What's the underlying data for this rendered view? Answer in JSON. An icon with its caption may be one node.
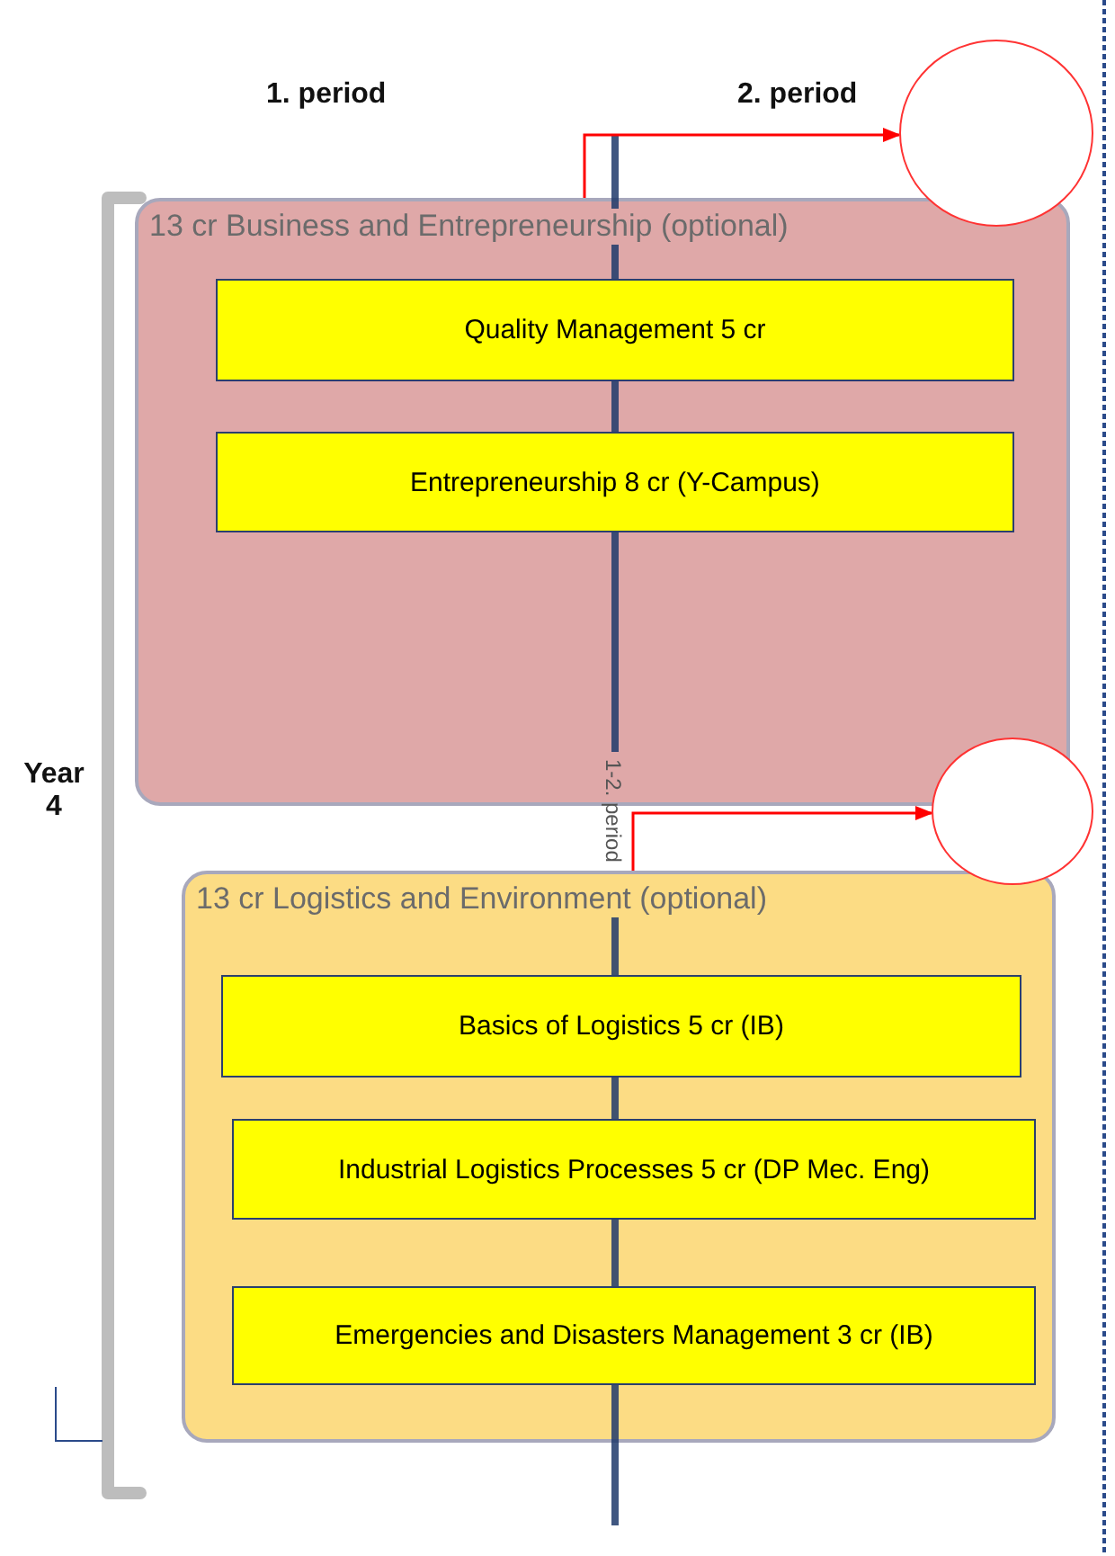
{
  "diagram": {
    "nodes": [
      {
        "text": [
          "13 cr Business and Entrepreneurship (optional)"
        ]
      },
      {
        "text": [
          "Quality Management 5 cr"
        ],
        "in": 0
      },
      {
        "text": [
          "Entrepreneurship 8 cr (Y-Campus)"
        ],
        "in": 0
      },
      {
        "text": [],
        "shape": "circle"
      },
      {
        "text": [
          "13 cr Logistics and Environment (optional)"
        ]
      },
      {
        "text": [
          "Basics of Logistics 5 cr (IB)"
        ],
        "in": 4
      },
      {
        "text": [
          "Industrial Logistics Processes 5 cr (DP Mec. Eng)"
        ],
        "in": 4
      },
      {
        "text": [
          "Emergencies and Disasters Management 3 cr (IB)"
        ],
        "in": 4
      },
      {
        "text": [],
        "shape": "circle"
      }
    ],
    "edges": [
      {
        "from": 0,
        "to": 3,
        "arrow": "to",
        "color": "#ff0000"
      },
      {
        "from": 4,
        "to": 8,
        "arrow": "to",
        "color": "#ff0000"
      }
    ],
    "labels": [
      "1. period",
      "2. period",
      "Year 4",
      "1-2. period"
    ]
  }
}
